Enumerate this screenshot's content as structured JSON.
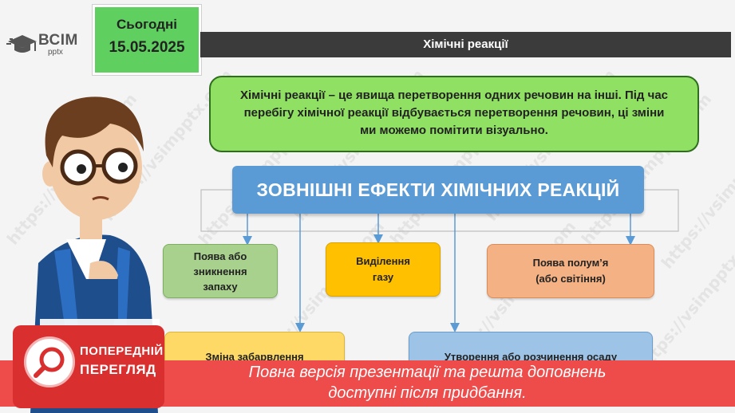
{
  "colors": {
    "date_bg": "#5fcf5f",
    "title_bar": "#3b3b3b",
    "definition_bg": "#8fe063",
    "header_bg": "#5b9bd5",
    "banner_bg": "#ee4b4b",
    "preview_bg": "#d92f2f"
  },
  "logo": {
    "text": "ВСІМ",
    "sub": "pptx",
    "icon": "graduation-cap-icon"
  },
  "date": {
    "label": "Сьогодні",
    "value": "15.05.2025"
  },
  "slide_title": "Хімічні реакції",
  "definition": {
    "line1": "Хімічні реакції – це явища перетворення одних речовин на інші. Під час",
    "line2": "перебігу хімічної реакції відбувається перетворення речовин, ці зміни",
    "line3": "ми можемо помітити візуально."
  },
  "effects_title": "ЗОВНІШНІ ЕФЕКТИ ХІМІЧНИХ РЕАКЦІЙ",
  "effects": {
    "smell_l1": "Поява або",
    "smell_l2": "зникнення",
    "smell_l3": "запаху",
    "gas_l1": "Виділення",
    "gas_l2": "газу",
    "flame_l1": "Поява полум’я",
    "flame_l2": "(або світіння)",
    "color": "Зміна забарвлення",
    "precipitate": "Утворення або розчинення осаду"
  },
  "watermark": "https://vsimpptx.com",
  "preview": {
    "line1": "ПОПЕРЕДНІЙ",
    "line2": "ПЕРЕГЛЯД",
    "icon": "magnifier-icon"
  },
  "banner": {
    "line1": "Повна версія презентації та решта доповнень",
    "line2": "доступні після придбання."
  }
}
